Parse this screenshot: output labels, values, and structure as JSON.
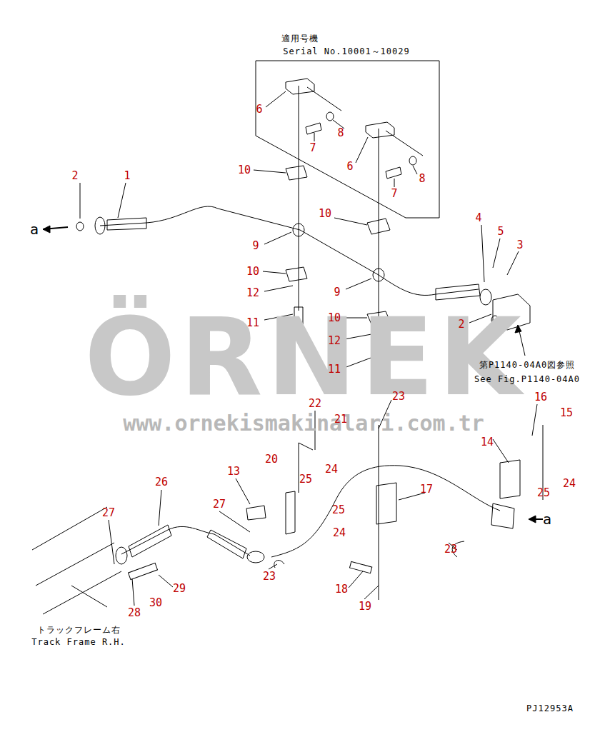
{
  "diagram": {
    "labels": [
      "適用号機",
      "Serial No.10001～10029",
      "2",
      "1",
      "a",
      "6",
      "8",
      "7",
      "6",
      "8",
      "7",
      "10",
      "10",
      "9",
      "10",
      "12",
      "11",
      "9",
      "10",
      "12",
      "11",
      "4",
      "5",
      "3",
      "2",
      "第P1140-04A0図参照",
      "See Fig.P1140-04A0",
      "ÖRNEK",
      "www.ornekismakinalari.com.tr",
      "22",
      "21",
      "23",
      "16",
      "15",
      "14",
      "20",
      "25",
      "24",
      "13",
      "26",
      "17",
      "25",
      "24",
      "27",
      "27",
      "25",
      "24",
      "a",
      "23",
      "23",
      "29",
      "18",
      "28",
      "30",
      "19",
      "トラックフレーム右",
      "Track Frame R.H.",
      "PJ12953A"
    ]
  }
}
